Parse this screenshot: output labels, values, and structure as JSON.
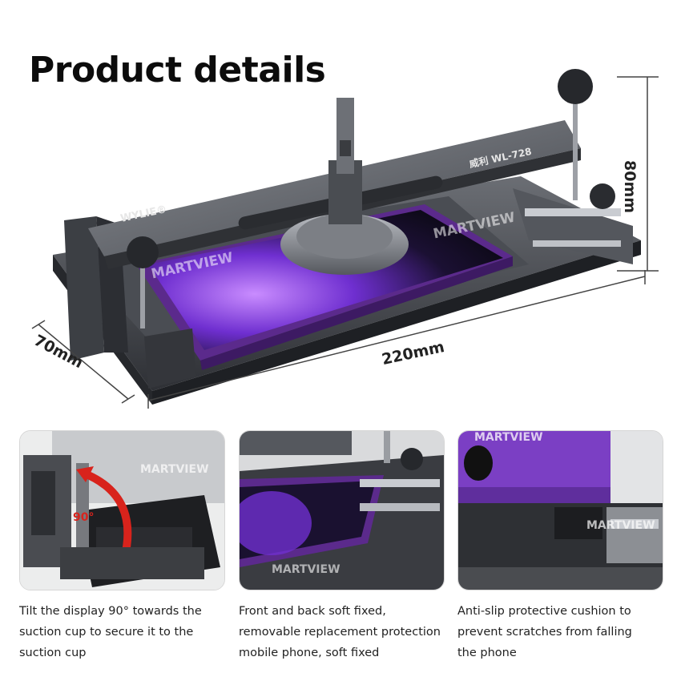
{
  "title": "Product details",
  "product": {
    "brand_text": "WYLIE®",
    "model_text": "威利 WL-728"
  },
  "dimensions": {
    "height": "80mm",
    "length": "220mm",
    "width": "70mm"
  },
  "watermark": "MARTVIEW",
  "panels": [
    {
      "angle_label": "90°",
      "caption_lines": [
        "Tilt the display 90° towards the",
        "suction cup to secure it to the",
        "suction cup"
      ]
    },
    {
      "caption_lines": [
        "Front and back soft fixed,",
        "removable replacement protection",
        "mobile phone, soft fixed"
      ]
    },
    {
      "caption_lines": [
        "Anti-slip protective cushion to",
        "prevent scratches from falling",
        "the phone"
      ]
    }
  ],
  "colors": {
    "metal_dark": "#3a3c41",
    "metal_mid": "#5a5d63",
    "phone_purple": "#5b2a8c",
    "screen_violet": "#7a3fd1",
    "accent_red": "#d8231c"
  }
}
